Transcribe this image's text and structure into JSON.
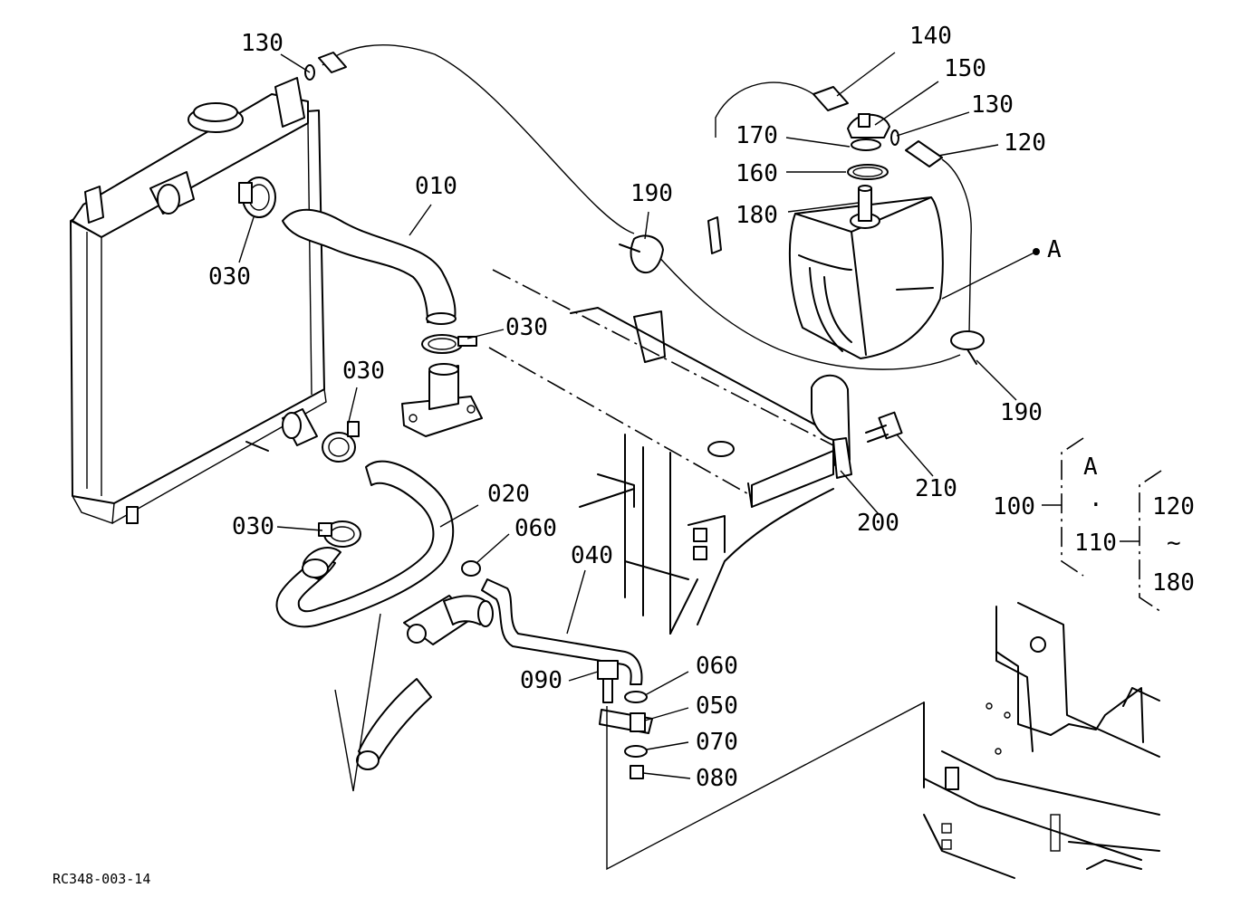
{
  "callouts": [
    {
      "id": "c130a",
      "text": "130"
    },
    {
      "id": "c140",
      "text": "140"
    },
    {
      "id": "c150",
      "text": "150"
    },
    {
      "id": "c130b",
      "text": "130"
    },
    {
      "id": "c170",
      "text": "170"
    },
    {
      "id": "c120a",
      "text": "120"
    },
    {
      "id": "c160",
      "text": "160"
    },
    {
      "id": "c010",
      "text": "010"
    },
    {
      "id": "c190a",
      "text": "190"
    },
    {
      "id": "c180a",
      "text": "180"
    },
    {
      "id": "cA1",
      "text": "A"
    },
    {
      "id": "c030a",
      "text": "030"
    },
    {
      "id": "c030b",
      "text": "030"
    },
    {
      "id": "c030c",
      "text": "030"
    },
    {
      "id": "c190b",
      "text": "190"
    },
    {
      "id": "c210",
      "text": "210"
    },
    {
      "id": "c020",
      "text": "020"
    },
    {
      "id": "c200",
      "text": "200"
    },
    {
      "id": "c030d",
      "text": "030"
    },
    {
      "id": "c060a",
      "text": "060"
    },
    {
      "id": "c040",
      "text": "040"
    },
    {
      "id": "c060b",
      "text": "060"
    },
    {
      "id": "c090",
      "text": "090"
    },
    {
      "id": "c050",
      "text": "050"
    },
    {
      "id": "c070",
      "text": "070"
    },
    {
      "id": "c080",
      "text": "080"
    }
  ],
  "assembly_key": {
    "a_label": "A",
    "a_dot": "·",
    "left_label": "100",
    "mid_label": "110",
    "range_start": "120",
    "range_sep": "~",
    "range_end": "180"
  },
  "footer_code": "RC348-003-14"
}
